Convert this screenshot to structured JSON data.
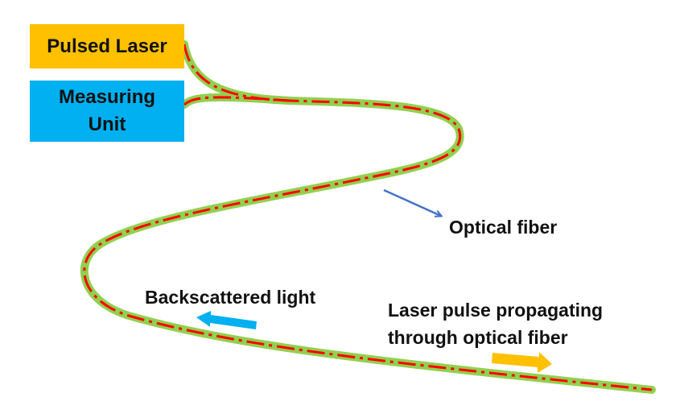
{
  "boxes": {
    "pulsed_laser": {
      "label": "Pulsed Laser",
      "color": "#ffc000"
    },
    "measuring_unit": {
      "line1": "Measuring",
      "line2": "Unit",
      "color": "#00b0f0"
    }
  },
  "labels": {
    "optical_fiber": "Optical fiber",
    "backscattered_light": "Backscattered light",
    "laser_pulse_line1": "Laser pulse propagating",
    "laser_pulse_line2": "through optical fiber"
  },
  "colors": {
    "fiber_outer": "#92d050",
    "fiber_core": "#ff0000",
    "pointer_arrow": "#4472c4",
    "backscatter_arrow": "#00b0f0",
    "pulse_arrow": "#ffc000"
  },
  "icons": {
    "optical_fiber_pointer": "arrow-icon",
    "backscatter_direction": "left-arrow-icon",
    "pulse_direction": "right-arrow-icon"
  }
}
